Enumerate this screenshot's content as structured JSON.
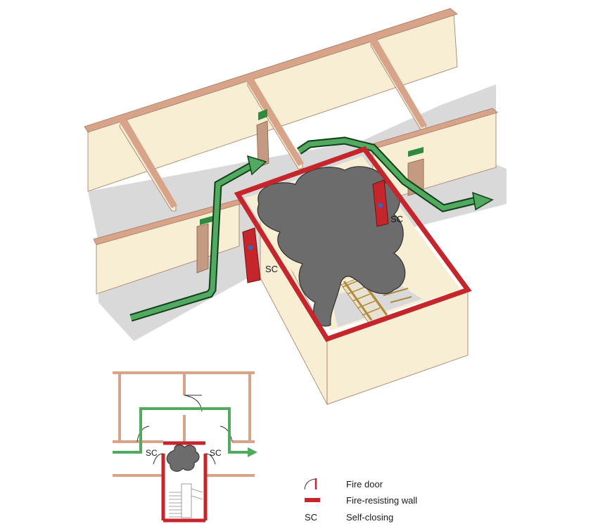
{
  "colors": {
    "wall_face": "#f7eed4",
    "wall_top": "#d7a48a",
    "wall_edge": "#a57862",
    "floor": "#d9d9d9",
    "fire_wall": "#c4262b",
    "fire_door": "#c4262b",
    "route": "#52a960",
    "route_outline": "#123f1b",
    "smoke": "#6c6c6c",
    "stair": "#b48a3c",
    "exit_sign": "#2e8a3e"
  },
  "labels": {
    "sc_door_left": "SC",
    "sc_door_right": "SC",
    "plan_sc_left": "SC",
    "plan_sc_right": "SC"
  },
  "legend": {
    "fire_door": "Fire door",
    "fire_wall": "Fire-resisting wall",
    "sc_key": "SC",
    "sc_desc": "Self-closing"
  }
}
